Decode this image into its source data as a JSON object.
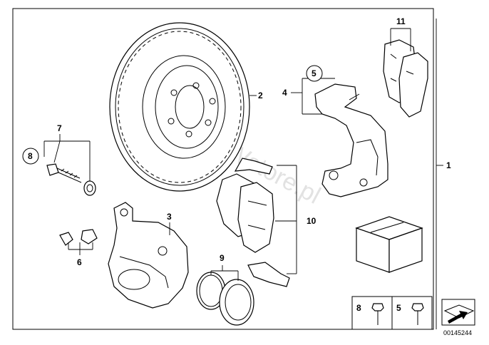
{
  "labels": {
    "l1": "1",
    "l2": "2",
    "l3": "3",
    "l4": "4",
    "l5": "5",
    "l6": "6",
    "l7": "7",
    "l8": "8",
    "l9": "9",
    "l10": "10",
    "l11": "11"
  },
  "legend": {
    "item8": "8",
    "item5": "5"
  },
  "watermark": "www.BMWstore.pl",
  "reference": "00145244"
}
